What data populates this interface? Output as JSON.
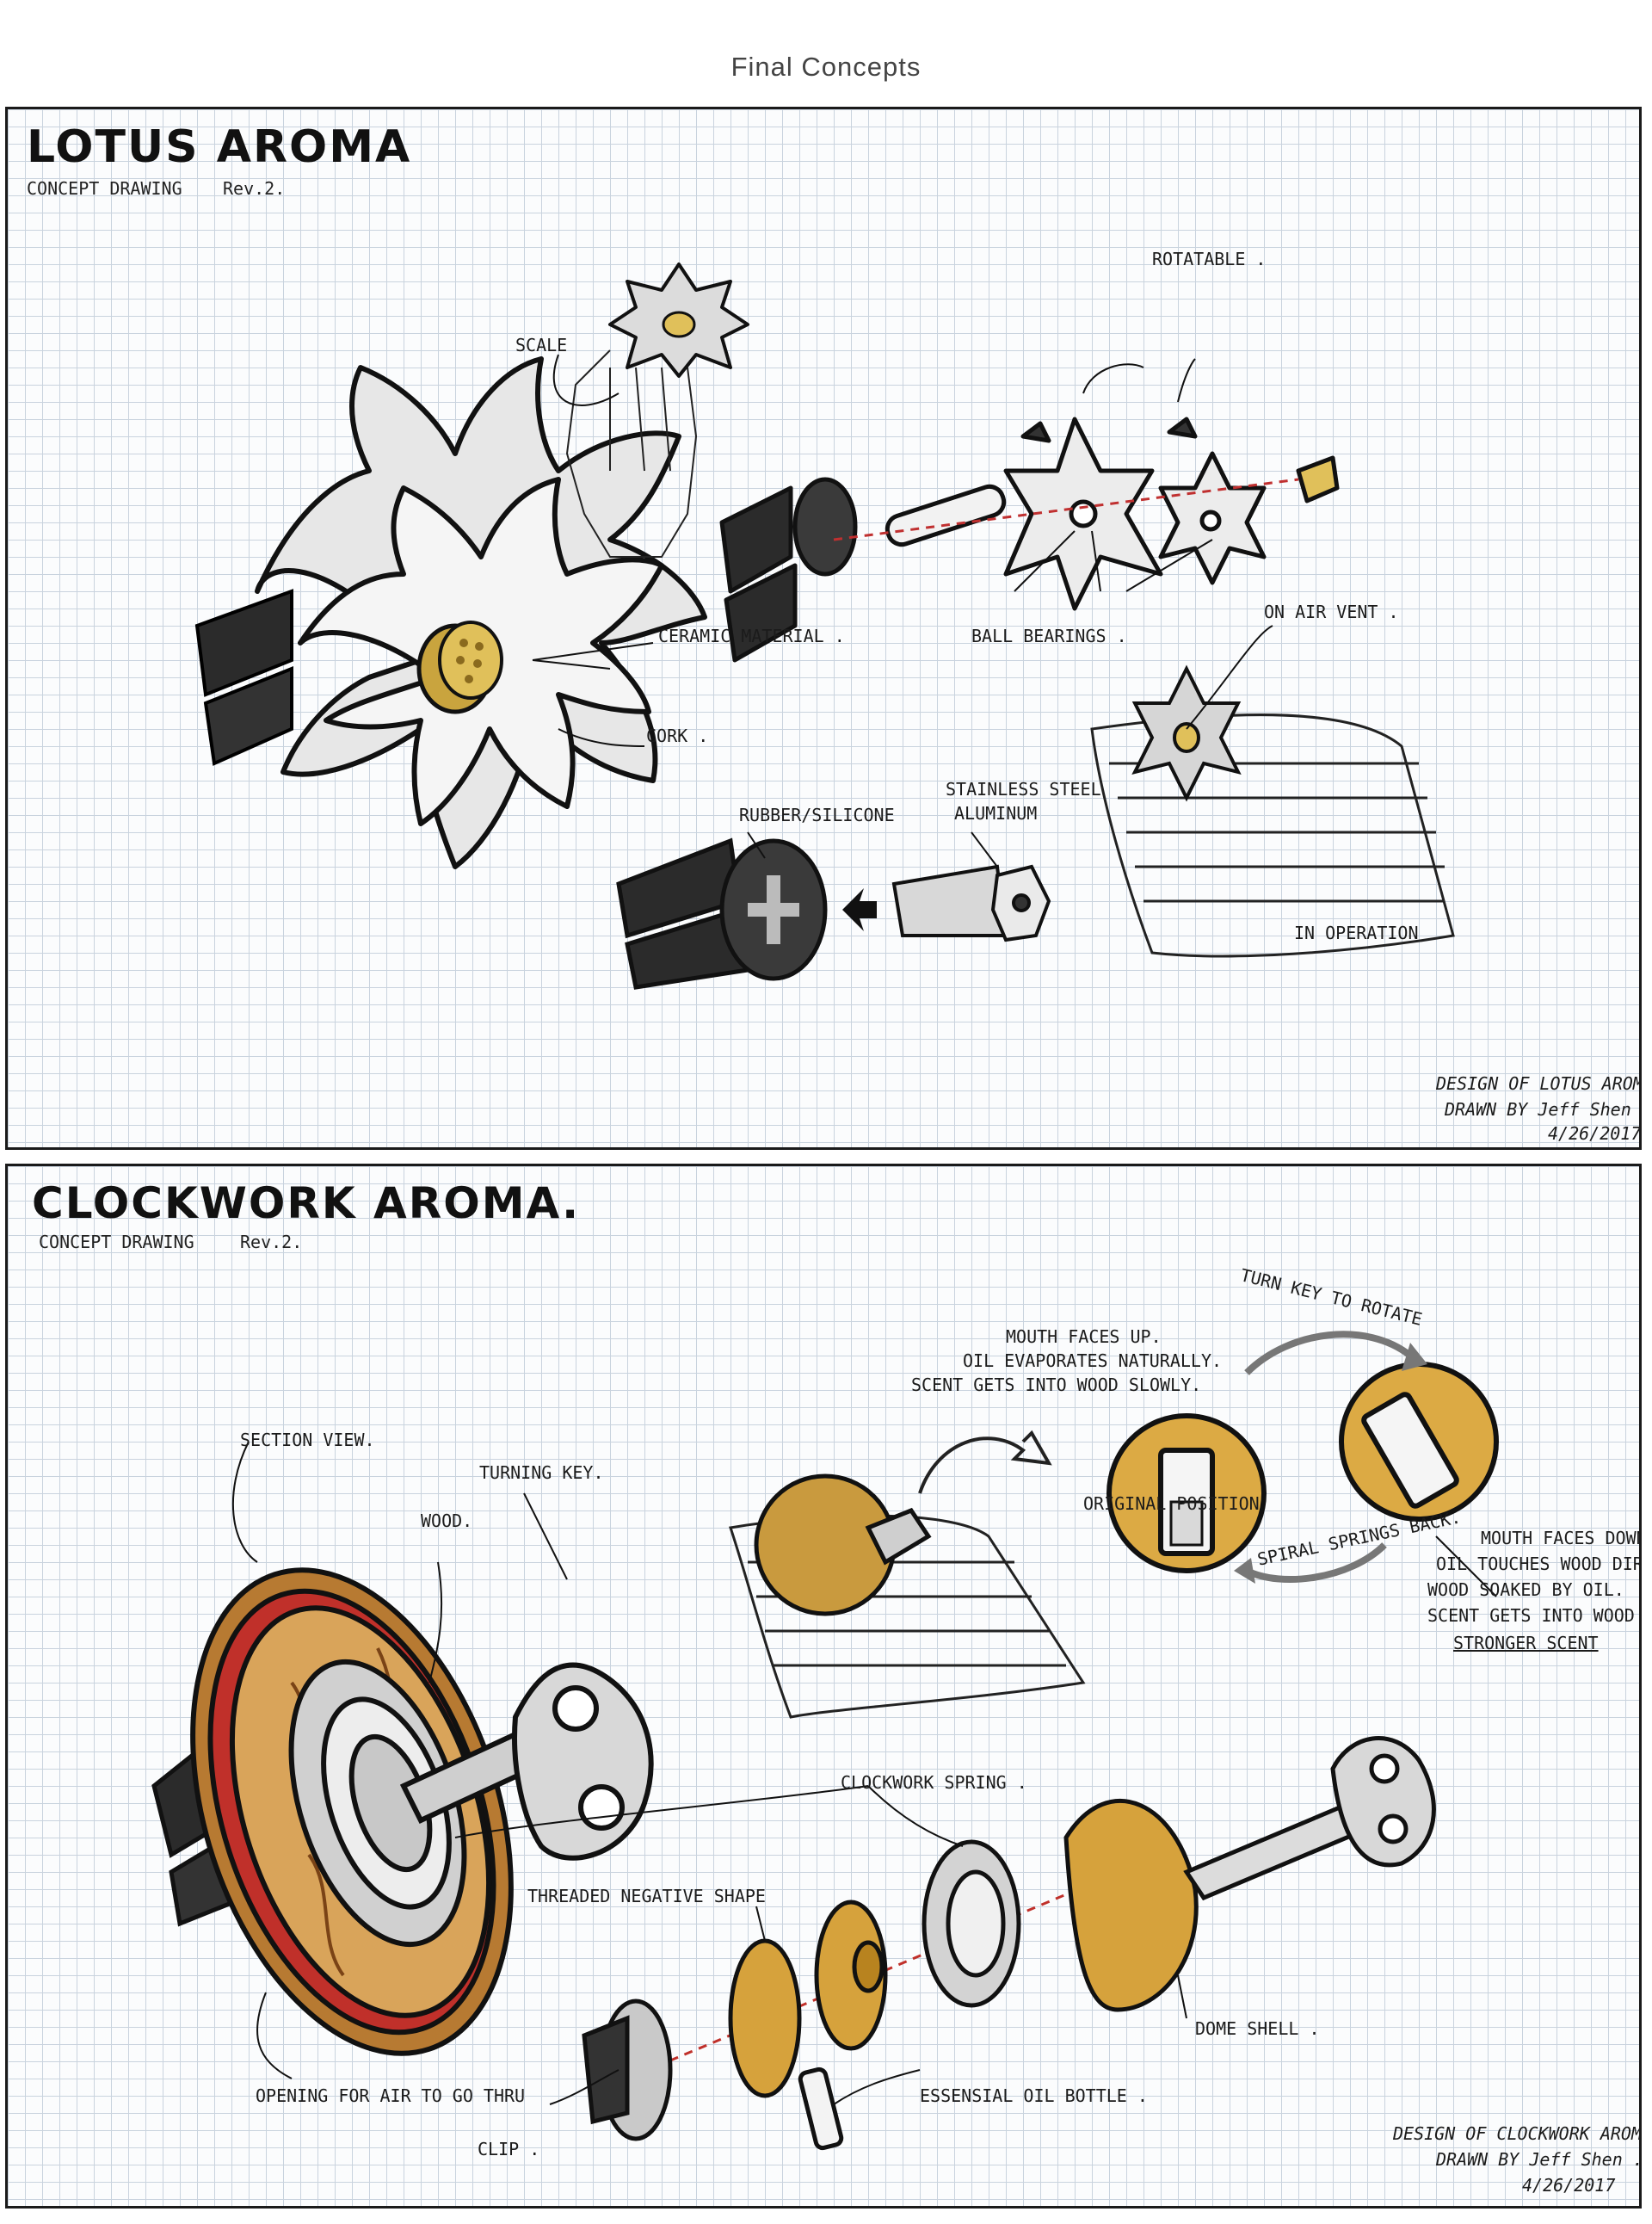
{
  "page_title": "Final Concepts",
  "lotus": {
    "title": "LOTUS AROMA",
    "subtitle": "CONCEPT DRAWING",
    "rev": "Rev.2.",
    "labels": {
      "scale": "SCALE",
      "rotatable": "ROTATABLE .",
      "ceramic": "CERAMIC MATERIAL .",
      "ball_bearings": "BALL BEARINGS .",
      "on_air_vent": "ON AIR VENT .",
      "cork": "CORK .",
      "rubber": "RUBBER/SILICONE",
      "steel": "STAINLESS STEEL",
      "aluminum": "ALUMINUM",
      "in_operation": "IN OPERATION"
    },
    "signature": {
      "design": "DESIGN OF LOTUS AROMA",
      "drawn": "DRAWN BY Jeff Shen",
      "date": "4/26/2017"
    }
  },
  "clockwork": {
    "title": "CLOCKWORK AROMA.",
    "subtitle": "CONCEPT DRAWING",
    "rev": "Rev.2.",
    "labels": {
      "turn_key": "TURN KEY TO ROTATE",
      "mouth_up_1": "MOUTH FACES UP.",
      "mouth_up_2": "OIL EVAPORATES NATURALLY.",
      "mouth_up_3": "SCENT GETS INTO WOOD SLOWLY.",
      "section_view": "SECTION VIEW.",
      "turning_key": "TURNING KEY.",
      "wood": "WOOD.",
      "original_position": "ORIGINAL POSITION",
      "spiral_springs": "SPIRAL SPRINGS BACK.",
      "mouth_down_1": "MOUTH FACES DOWN",
      "mouth_down_2": "OIL TOUCHES WOOD DIRECTLY.",
      "mouth_down_3": "WOOD SOAKED BY OIL.",
      "mouth_down_4": "SCENT GETS INTO WOOD FAST.",
      "stronger": "STRONGER SCENT",
      "clockwork_spring": "CLOCKWORK SPRING .",
      "threaded": "THREADED NEGATIVE SHAPE",
      "dome_shell": "DOME SHELL .",
      "opening": "OPENING FOR AIR TO GO THRU",
      "essential_oil": "ESSENSIAL OIL BOTTLE .",
      "clip": "CLIP ."
    },
    "signature": {
      "design": "DESIGN OF CLOCKWORK AROMA",
      "drawn": "DRAWN BY Jeff Shen .",
      "date": "4/26/2017"
    }
  },
  "colors": {
    "grid": "#c9d3de",
    "ink": "#1a1a1a",
    "cork": "#d9b550",
    "wood_dark": "#8a4a1c",
    "wood_light": "#c8903e",
    "red_rim": "#c0302a",
    "metal": "#c9c9c9",
    "petal": "#eeeeee"
  }
}
